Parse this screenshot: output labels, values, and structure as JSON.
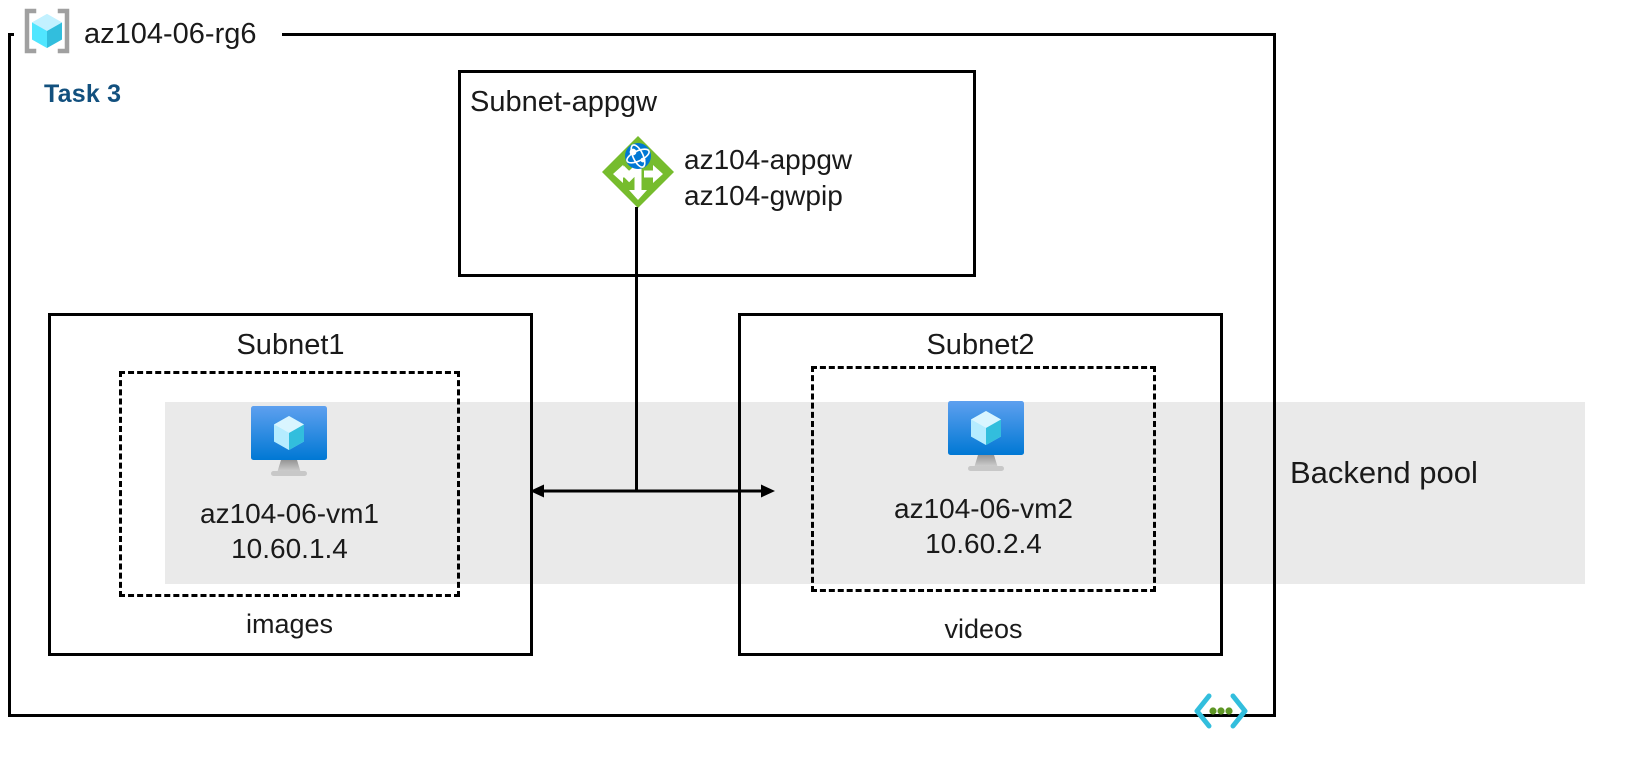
{
  "diagram": {
    "title": "az104-06-rg6",
    "task_label": "Task 3",
    "resource_group_icon": "resource-group-cube-icon",
    "vnet_icon": "virtual-network-icon"
  },
  "colors": {
    "task_blue": "#12507e",
    "backend_band": "#eaeaea",
    "appgw_green": "#76bc2d",
    "appgw_globe_blue": "#0078d4",
    "vm_monitor_blue": "#0078d4",
    "rg_cube_cyan": "#50e6ff",
    "vnet_bracket_cyan": "#32bedd",
    "vnet_dot_green": "#5e9624",
    "stroke": "#000000"
  },
  "backend_pool": {
    "label": "Backend pool"
  },
  "subnets": [
    {
      "id": "subnet-appgw",
      "name": "Subnet-appgw",
      "resources": [
        {
          "icon": "application-gateway-icon",
          "lines": [
            "az104-appgw",
            "az104-gwpip"
          ]
        }
      ]
    },
    {
      "id": "subnet1",
      "name": "Subnet1",
      "vm": {
        "icon": "virtual-machine-icon",
        "name": "az104-06-vm1",
        "ip": "10.60.1.4"
      },
      "pool_name": "images"
    },
    {
      "id": "subnet2",
      "name": "Subnet2",
      "vm": {
        "icon": "virtual-machine-icon",
        "name": "az104-06-vm2",
        "ip": "10.60.2.4"
      },
      "pool_name": "videos"
    }
  ],
  "connectors": [
    {
      "id": "appgw-to-backend",
      "type": "vertical-line"
    },
    {
      "id": "subnet1-subnet2",
      "type": "double-arrow-horizontal"
    }
  ]
}
